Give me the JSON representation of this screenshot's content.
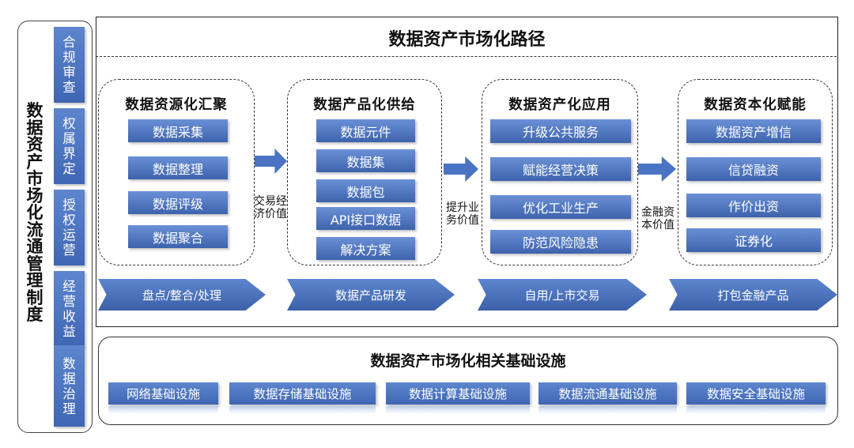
{
  "left_panel": {
    "title": "数据资产市场化流通管理制度",
    "items": [
      "合规审查",
      "权属界定",
      "授权运营",
      "经营收益",
      "数据治理"
    ]
  },
  "main": {
    "title": "数据资产市场化路径",
    "groups": [
      {
        "title": "数据资源化汇聚",
        "items": [
          "数据采集",
          "数据整理",
          "数据评级",
          "数据聚合"
        ]
      },
      {
        "title": "数据产品化供给",
        "items": [
          "数据元件",
          "数据集",
          "数据包",
          "API接口数据",
          "解决方案"
        ]
      },
      {
        "title": "数据资产化应用",
        "items": [
          "升级公共服务",
          "赋能经营决策",
          "优化工业生产",
          "防范风险隐患"
        ]
      },
      {
        "title": "数据资本化赋能",
        "items": [
          "数据资产增信",
          "信贷融资",
          "作价出资",
          "证券化"
        ]
      }
    ],
    "arrow_labels": [
      "交易经济价值",
      "提升业务价值",
      "金融资本价值"
    ],
    "stages": [
      "盘点/整合/处理",
      "数据产品研发",
      "自用/上市交易",
      "打包金融产品"
    ]
  },
  "infrastructure": {
    "title": "数据资产市场化相关基础设施",
    "items": [
      "网络基础设施",
      "数据存储基础设施",
      "数据计算基础设施",
      "数据流通基础设施",
      "数据安全基础设施"
    ]
  },
  "colors": {
    "accent_blue": "#4a73c4",
    "border": "#333333"
  }
}
